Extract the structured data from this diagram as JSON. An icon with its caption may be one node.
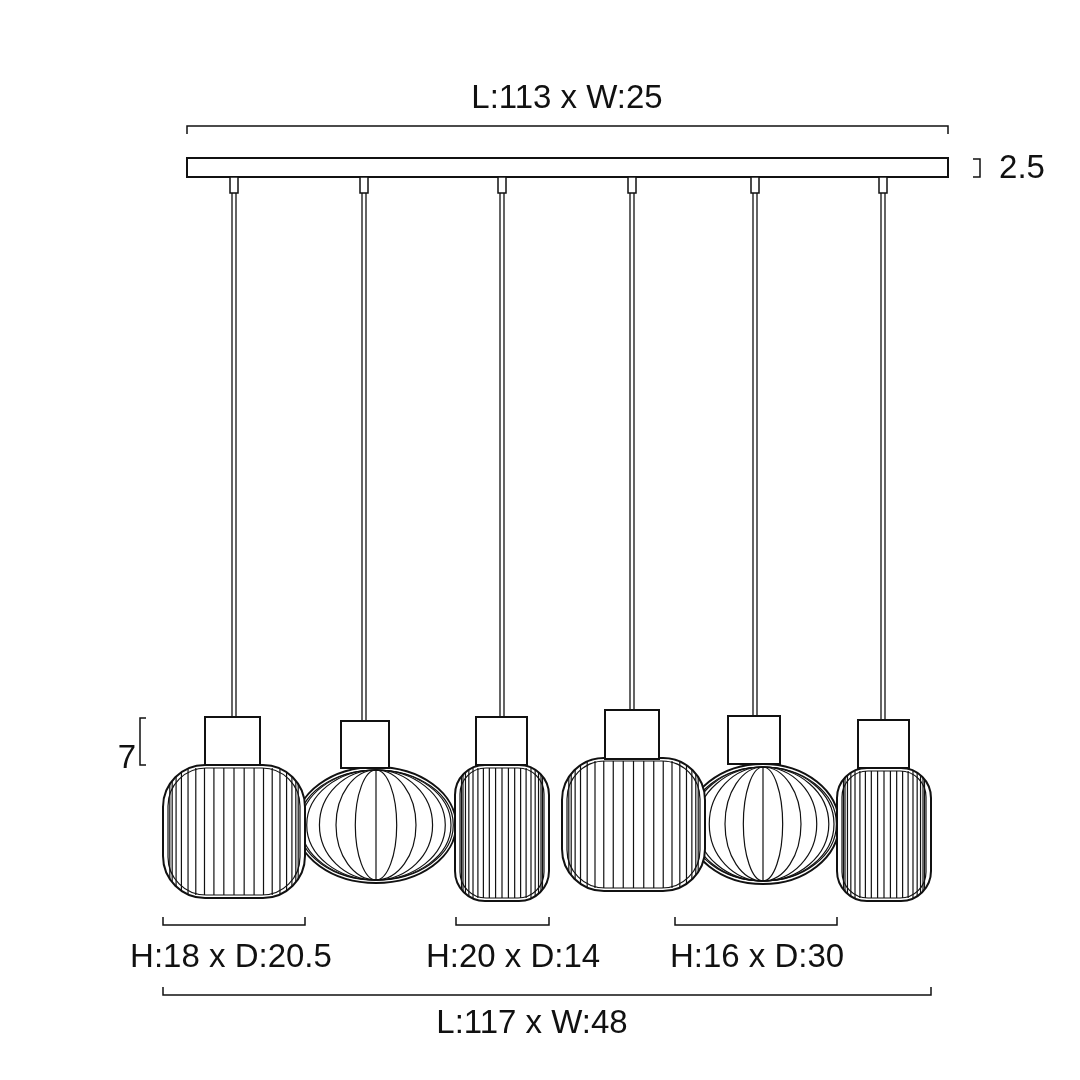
{
  "diagram": {
    "labels": [
      "L:113 x W:25",
      "2.5",
      "7",
      "H:18 x D:20.5",
      "H:20 x D:14",
      "H:16 x D:30",
      "L:117 x W:48"
    ]
  }
}
